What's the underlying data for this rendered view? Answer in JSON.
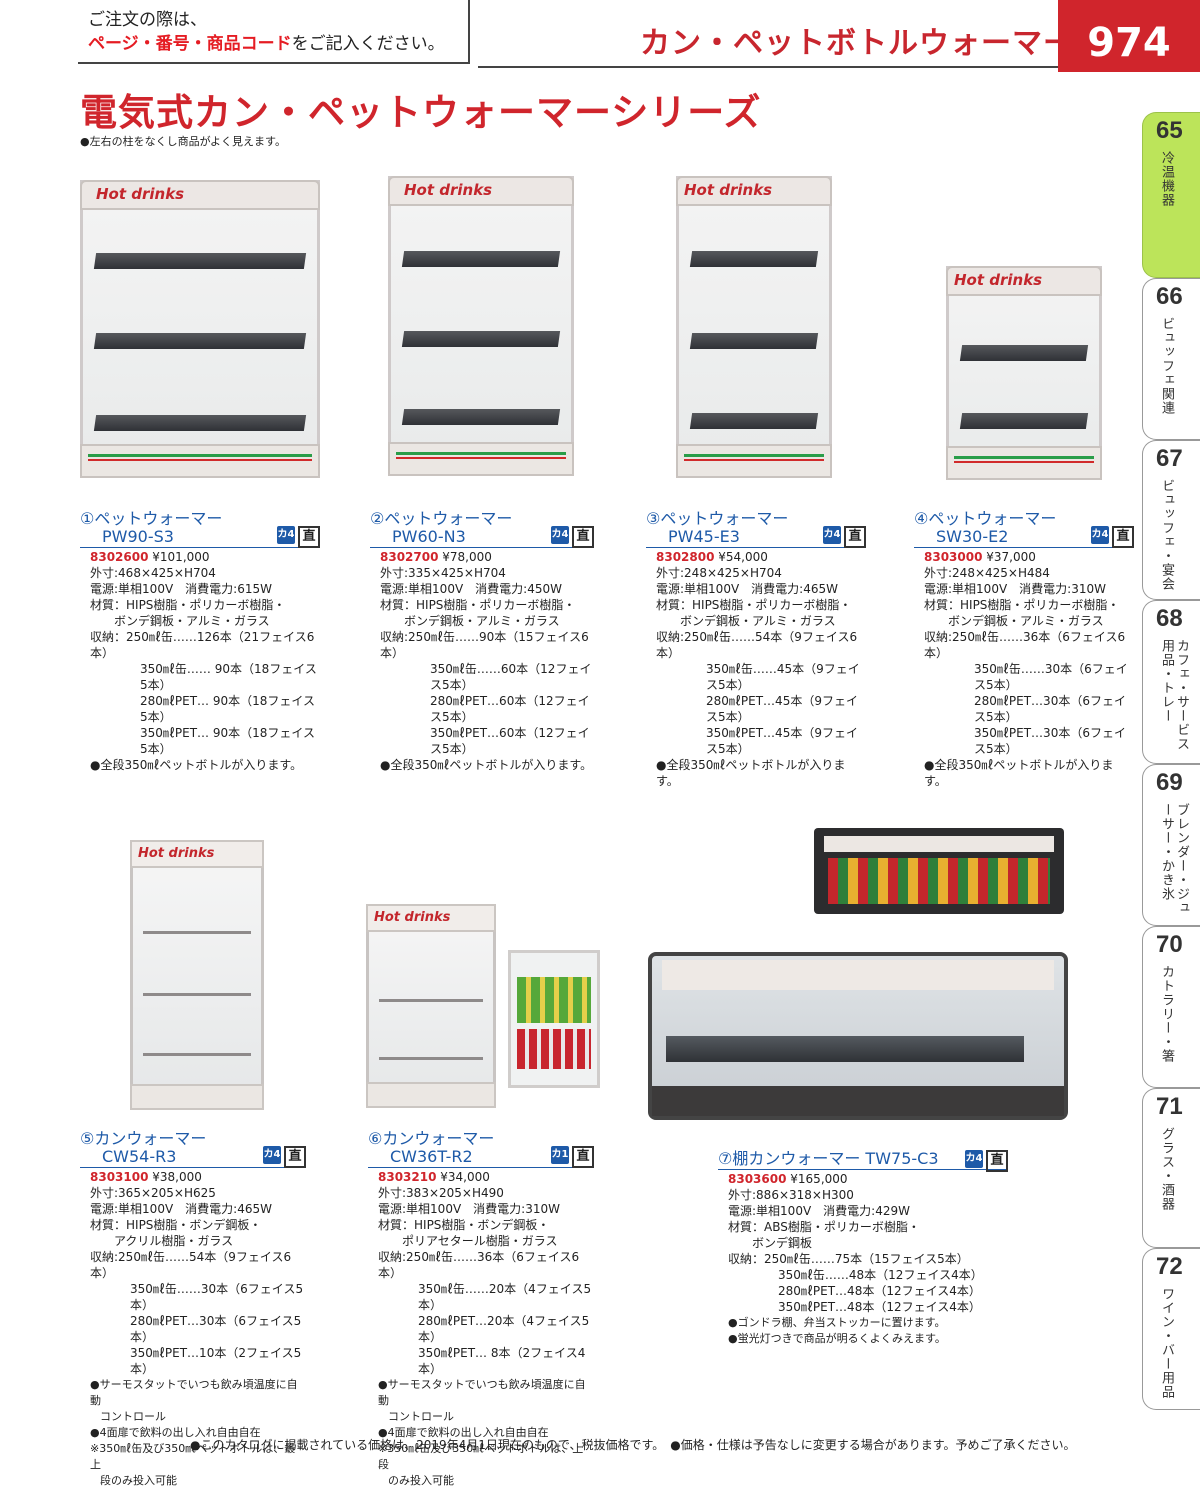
{
  "header": {
    "notice_line1": "ご注文の際は、",
    "notice_line2_red": "ページ・番号・商品コード",
    "notice_line2_rest": "をご記入ください。",
    "category": "カン・ペットボトルウォーマー",
    "page_number": "974"
  },
  "series": {
    "title": "電気式カン・ペットウォーマーシリーズ",
    "note": "●左右の柱をなくし商品がよく見えます。"
  },
  "tabs": [
    {
      "num": "65",
      "label": "冷温機器"
    },
    {
      "num": "66",
      "label": "ビュッフェ関連"
    },
    {
      "num": "67",
      "label": "ビュッフェ・宴会"
    },
    {
      "num": "68",
      "label": "カフェ・サービス用品・トレー"
    },
    {
      "num": "69",
      "label": "ブレンダー・ジューサー・かき氷"
    },
    {
      "num": "70",
      "label": "カトラリー・箸"
    },
    {
      "num": "71",
      "label": "グラス・酒器"
    },
    {
      "num": "72",
      "label": "ワイン・バー用品"
    }
  ],
  "brand_label": "Hot drinks",
  "icon_labels": {
    "kan4": "カ4",
    "kan1": "カ1",
    "choku": "直"
  },
  "products": [
    {
      "name": "①ペットウォーマー",
      "model": "PW90-S3",
      "code": "8302600",
      "price": "¥101,000",
      "size": "外寸:468×425×H704",
      "power": "電源:単相100V　消費電力:615W",
      "material1": "材質：HIPS樹脂・ポリカーボ樹脂・",
      "material2": "ボンデ鋼板・アルミ・ガラス",
      "cap1": "収納：250㎖缶……126本（21フェイス6本）",
      "cap2": "350㎖缶……  90本（18フェイス5本）",
      "cap3": "280㎖PET…  90本（18フェイス5本）",
      "cap4": "350㎖PET…  90本（18フェイス5本）",
      "note1": "●全段350㎖ペットボトルが入ります。"
    },
    {
      "name": "②ペットウォーマー",
      "model": "PW60-N3",
      "code": "8302700",
      "price": "¥78,000",
      "size": "外寸:335×425×H704",
      "power": "電源:単相100V　消費電力:450W",
      "material1": "材質：HIPS樹脂・ポリカーボ樹脂・",
      "material2": "ボンデ鋼板・アルミ・ガラス",
      "cap1": "収納:250㎖缶……90本（15フェイス6本）",
      "cap2": "350㎖缶……60本（12フェイス5本）",
      "cap3": "280㎖PET…60本（12フェイス5本）",
      "cap4": "350㎖PET…60本（12フェイス5本）",
      "note1": "●全段350㎖ペットボトルが入ります。"
    },
    {
      "name": "③ペットウォーマー",
      "model": "PW45-E3",
      "code": "8302800",
      "price": "¥54,000",
      "size": "外寸:248×425×H704",
      "power": "電源:単相100V　消費電力:465W",
      "material1": "材質：HIPS樹脂・ポリカーボ樹脂・",
      "material2": "ボンデ鋼板・アルミ・ガラス",
      "cap1": "収納:250㎖缶……54本（9フェイス6本）",
      "cap2": "350㎖缶……45本（9フェイス5本）",
      "cap3": "280㎖PET…45本（9フェイス5本）",
      "cap4": "350㎖PET…45本（9フェイス5本）",
      "note1": "●全段350㎖ペットボトルが入ります。"
    },
    {
      "name": "④ペットウォーマー",
      "model": "SW30-E2",
      "code": "8303000",
      "price": "¥37,000",
      "size": "外寸:248×425×H484",
      "power": "電源:単相100V　消費電力:310W",
      "material1": "材質：HIPS樹脂・ポリカーボ樹脂・",
      "material2": "ボンデ鋼板・アルミ・ガラス",
      "cap1": "収納:250㎖缶……36本（6フェイス6本）",
      "cap2": "350㎖缶……30本（6フェイス5本）",
      "cap3": "280㎖PET…30本（6フェイス5本）",
      "cap4": "350㎖PET…30本（6フェイス5本）",
      "note1": "●全段350㎖ペットボトルが入ります。"
    },
    {
      "name": "⑤カンウォーマー",
      "model": "CW54-R3",
      "code": "8303100",
      "price": "¥38,000",
      "size": "外寸:365×205×H625",
      "power": "電源:単相100V　消費電力:465W",
      "material1": "材質：HIPS樹脂・ボンデ鋼板・",
      "material2": "アクリル樹脂・ガラス",
      "cap1": "収納:250㎖缶……54本（9フェイス6本）",
      "cap2": "350㎖缶……30本（6フェイス5本）",
      "cap3": "280㎖PET…30本（6フェイス5本）",
      "cap4": "350㎖PET…10本（2フェイス5本）",
      "note1": "●サーモスタットでいつも飲み頃温度に自動",
      "note1b": "コントロール",
      "note2": "●4面扉で飲料の出し入れ自由自在",
      "note3": "※350㎖缶及び350㎖ペットボトルは、最上",
      "note3b": "段のみ投入可能"
    },
    {
      "name": "⑥カンウォーマー",
      "model": "CW36T-R2",
      "code": "8303210",
      "price": "¥34,000",
      "size": "外寸:383×205×H490",
      "power": "電源:単相100V　消費電力:310W",
      "material1": "材質：HIPS樹脂・ボンデ鋼板・",
      "material2": "ポリアセタール樹脂・ガラス",
      "cap1": "収納:250㎖缶……36本（6フェイス6本）",
      "cap2": "350㎖缶……20本（4フェイス5本）",
      "cap3": "280㎖PET…20本（4フェイス5本）",
      "cap4": "350㎖PET…  8本（2フェイス4本）",
      "note1": "●サーモスタットでいつも飲み頃温度に自動",
      "note1b": "コントロール",
      "note2": "●4面扉で飲料の出し入れ自由自在",
      "note3": "※350㎖缶及び350㎖ペットボトルは、上段",
      "note3b": "のみ投入可能"
    },
    {
      "name": "⑦棚カンウォーマー TW75-C3",
      "code": "8303600",
      "price": "¥165,000",
      "size": "外寸:886×318×H300",
      "power": "電源:単相100V　消費電力:429W",
      "material1": "材質：ABS樹脂・ポリカーボ樹脂・",
      "material2": "ボンデ鋼板",
      "cap1": "収納：250㎖缶……75本（15フェイス5本）",
      "cap2": "350㎖缶……48本（12フェイス4本）",
      "cap3": "280㎖PET…48本（12フェイス4本）",
      "cap4": "350㎖PET…48本（12フェイス4本）",
      "note1": "●ゴンドラ棚、弁当ストッカーに置けます。",
      "note2": "●蛍光灯つきで商品が明るくよくみえます。"
    }
  ],
  "footer": "●このカタログに掲載されている価格は、2019年4月1日現在のもので、税抜価格です。　●価格・仕様は予告なしに変更する場合があります。予めご了承ください。"
}
